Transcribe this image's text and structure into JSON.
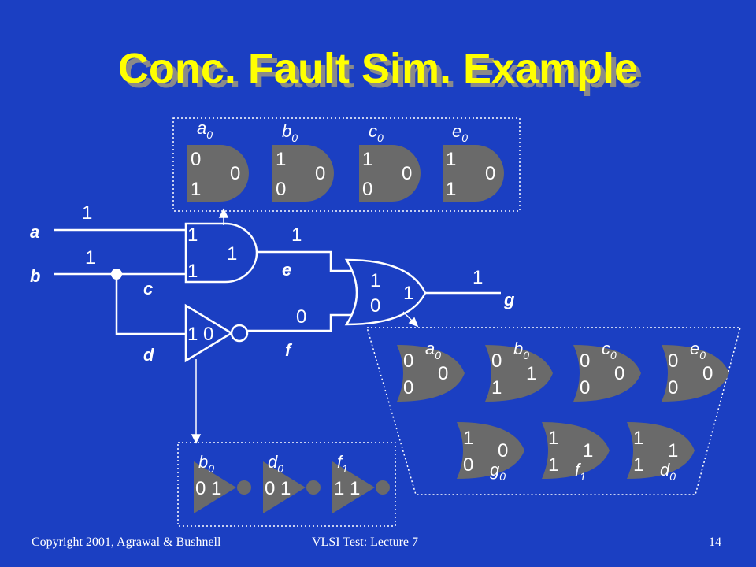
{
  "title": "Conc. Fault Sim. Example",
  "footer": {
    "copyright": "Copyright 2001, Agrawal & Bushnell",
    "lecture": "VLSI Test: Lecture 7",
    "page": "14"
  },
  "circuit": {
    "signals": {
      "a": "a",
      "b": "b",
      "c": "c",
      "d": "d",
      "e": "e",
      "f": "f",
      "g": "g"
    },
    "values": {
      "a": "1",
      "b": "1",
      "and_in1": "1",
      "and_in2": "1",
      "and_out": "1",
      "e": "1",
      "not_io": "1 0",
      "f": "0",
      "or_in1": "1",
      "or_in2": "0",
      "or_out": "1",
      "g": "1"
    }
  },
  "and_faults": [
    {
      "name": "a",
      "sub": "0",
      "in1": "0",
      "in2": "1",
      "out": "0"
    },
    {
      "name": "b",
      "sub": "0",
      "in1": "1",
      "in2": "0",
      "out": "0"
    },
    {
      "name": "c",
      "sub": "0",
      "in1": "1",
      "in2": "0",
      "out": "0"
    },
    {
      "name": "e",
      "sub": "0",
      "in1": "1",
      "in2": "1",
      "out": "0"
    }
  ],
  "or_faults_row1": [
    {
      "name": "a",
      "sub": "0",
      "in1": "0",
      "in2": "0",
      "out": "0"
    },
    {
      "name": "b",
      "sub": "0",
      "in1": "0",
      "in2": "1",
      "out": "1"
    },
    {
      "name": "c",
      "sub": "0",
      "in1": "0",
      "in2": "0",
      "out": "0"
    },
    {
      "name": "e",
      "sub": "0",
      "in1": "0",
      "in2": "0",
      "out": "0"
    }
  ],
  "or_faults_row2": [
    {
      "name": "g",
      "sub": "0",
      "in1": "1",
      "in2": "0",
      "out": "0"
    },
    {
      "name": "f",
      "sub": "1",
      "in1": "1",
      "in2": "1",
      "out": "1"
    },
    {
      "name": "d",
      "sub": "0",
      "in1": "1",
      "in2": "1",
      "out": "1"
    }
  ],
  "not_faults": [
    {
      "name": "b",
      "sub": "0",
      "io": "0 1"
    },
    {
      "name": "d",
      "sub": "0",
      "io": "0 1"
    },
    {
      "name": "f",
      "sub": "1",
      "io": "1 1"
    }
  ]
}
